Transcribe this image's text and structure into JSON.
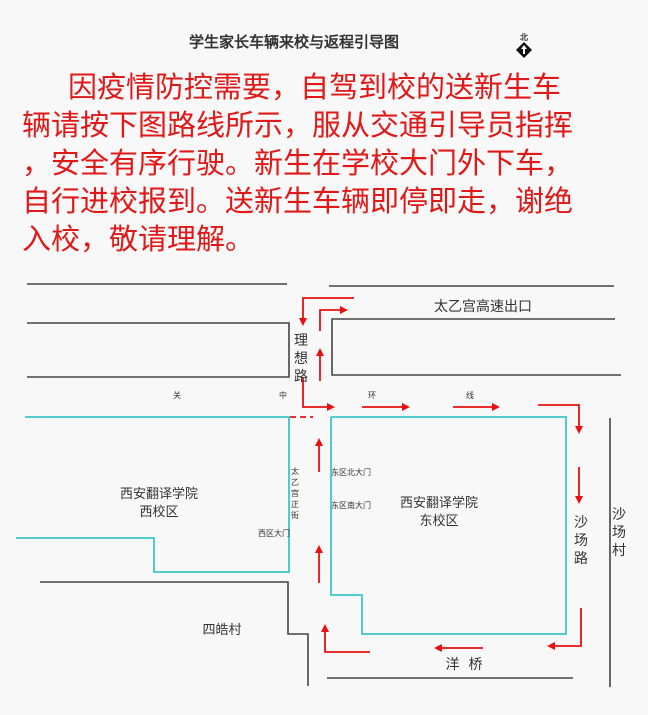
{
  "title": "学生家长车辆来校与返程引导图",
  "north_label": "北",
  "notice_lines": [
    "因疫情防控需要，自驾到校的送新生车",
    "辆请按下图路线所示，服从交通引导员指挥",
    "，安全有序行驶。新生在学校大门外下车，",
    "自行进校报到。送新生车辆即停即走，谢绝",
    "入校，敬请理解。"
  ],
  "map": {
    "highway_exit": "太乙宫高速出口",
    "lixiang_road": [
      "理",
      "想",
      "路"
    ],
    "guanzhong_ring": [
      "关",
      "中",
      "环",
      "线"
    ],
    "west_campus": [
      "西安翻译学院",
      "西校区"
    ],
    "east_campus": [
      "西安翻译学院",
      "东校区"
    ],
    "taiyigong_street": [
      "太",
      "乙",
      "宫",
      "正",
      "街"
    ],
    "east_north_gate": "东区北大门",
    "east_south_gate": "东区南大门",
    "west_gate": "西区大门",
    "shachang_road": [
      "沙",
      "场",
      "路"
    ],
    "shachang_village": [
      "沙",
      "场",
      "村"
    ],
    "sihao_village": "四皓村",
    "yangqiao": "洋  桥"
  },
  "colors": {
    "route": "#e81010",
    "campus": "#3cc6c8",
    "road": "#333333",
    "notice": "#e01818"
  }
}
